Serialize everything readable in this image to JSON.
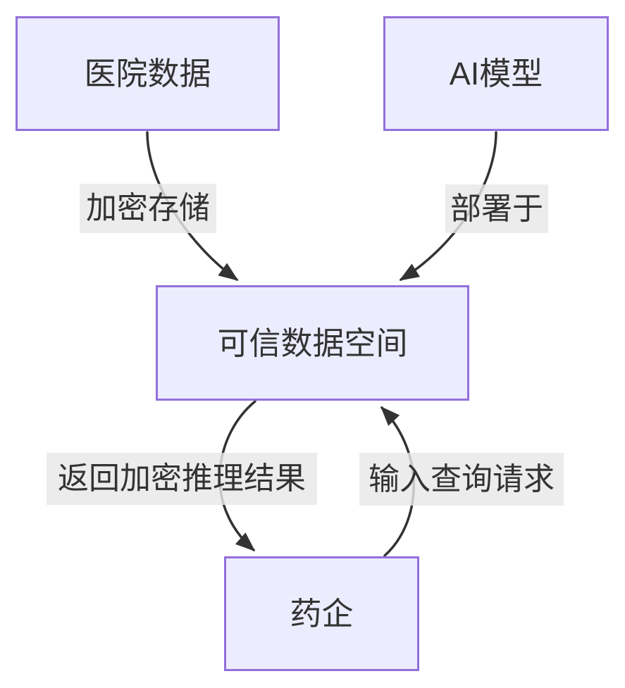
{
  "colors": {
    "canvas_bg": "#ffffff",
    "node_fill": "#ECECFF",
    "node_border": "#9370DB",
    "edge_line": "#333333",
    "edge_label_bg": "#e8e8e8",
    "text": "#333333"
  },
  "diagram": {
    "type": "flowchart",
    "direction": "top-down",
    "nodes": [
      {
        "id": "hospital_data",
        "label": "医院数据"
      },
      {
        "id": "ai_model",
        "label": "AI模型"
      },
      {
        "id": "trusted_data_space",
        "label": "可信数据空间"
      },
      {
        "id": "pharma_company",
        "label": "药企"
      }
    ],
    "edges": [
      {
        "from": "医院数据",
        "to": "可信数据空间",
        "label": "加密存储",
        "arrow": "arrowhead-into-target"
      },
      {
        "from": "AI模型",
        "to": "可信数据空间",
        "label": "部署于",
        "arrow": "arrowhead-into-target"
      },
      {
        "from": "可信数据空间",
        "to": "药企",
        "label": "返回加密推理结果",
        "arrow": "arrowhead-into-target"
      },
      {
        "from": "药企",
        "to": "可信数据空间",
        "label": "输入查询请求",
        "arrow": "arrowhead-into-target"
      }
    ]
  }
}
